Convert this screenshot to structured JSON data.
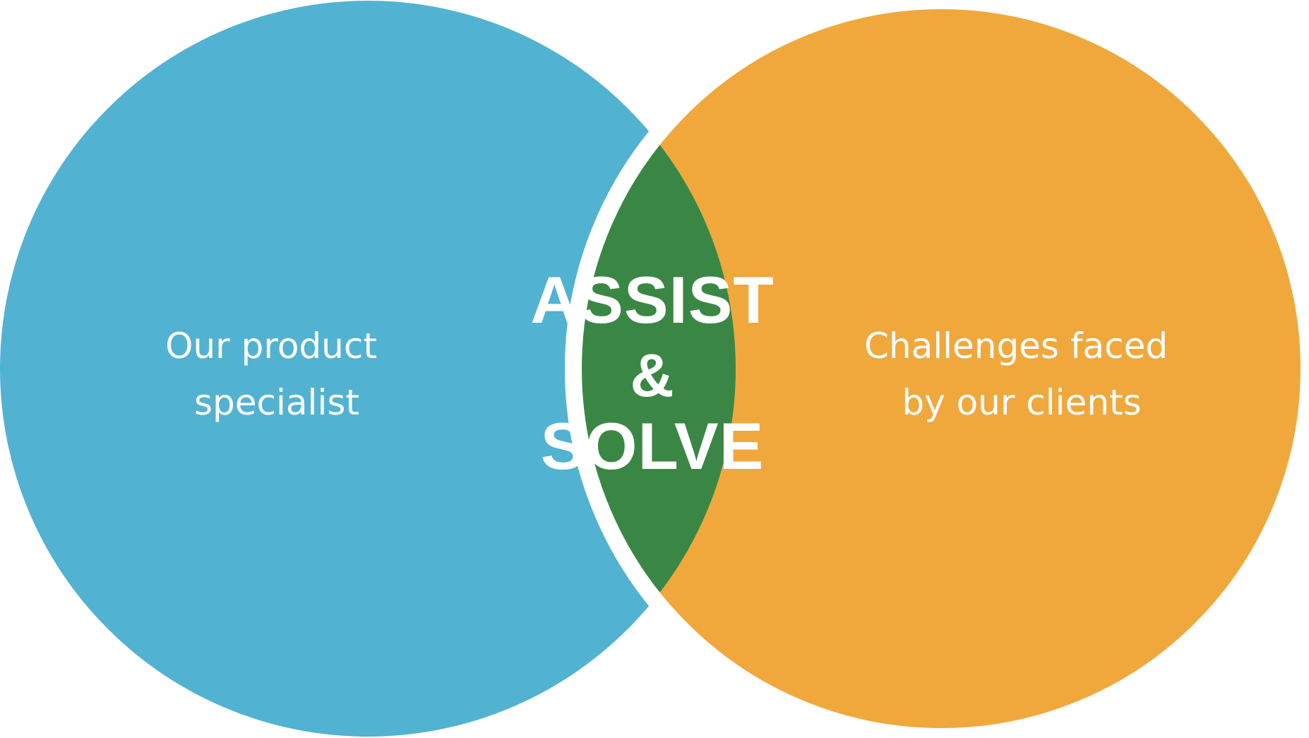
{
  "colors": {
    "left_circle": "#52B2D1",
    "right_circle": "#F0A83C",
    "overlap": "#3A8745",
    "separator": "#FFFFFF",
    "text": "#FFFFFF"
  },
  "left_circle": {
    "label_lines": [
      "Our product",
      "specialist"
    ]
  },
  "right_circle": {
    "label_lines": [
      "Challenges faced",
      "by our clients"
    ]
  },
  "overlap": {
    "label_lines": [
      "ASSIST",
      "&",
      "SOLVE"
    ]
  }
}
